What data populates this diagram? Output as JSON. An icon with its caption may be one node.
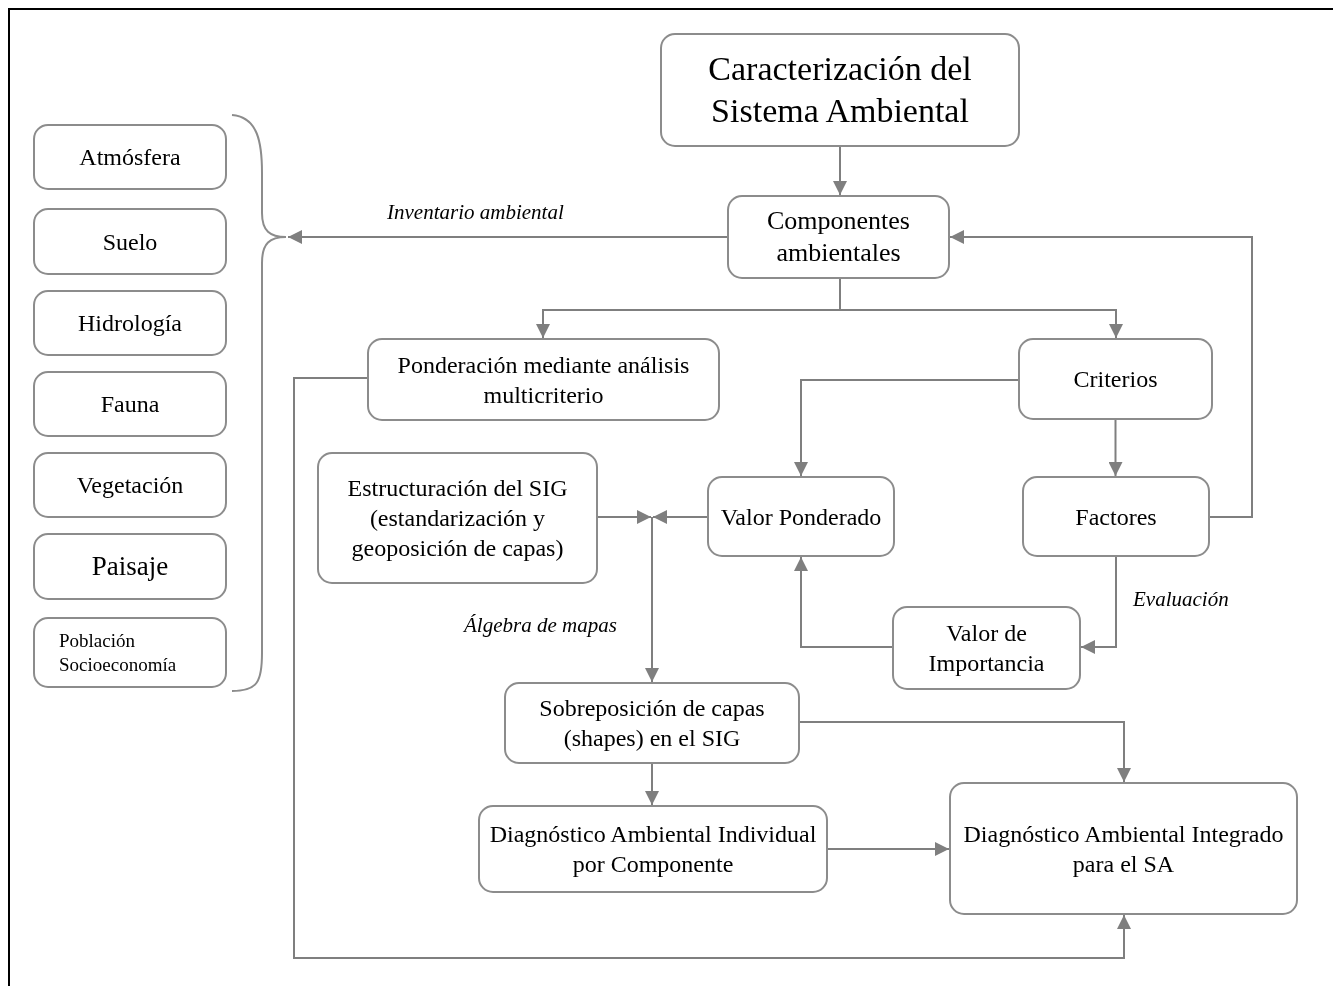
{
  "diagram": {
    "nodes": [
      {
        "text": [
          "Caracterización del Sistema Ambiental"
        ]
      },
      {
        "text": [
          "Componentes ambientales"
        ]
      },
      {
        "text": [
          "Atmósfera"
        ]
      },
      {
        "text": [
          "Suelo"
        ]
      },
      {
        "text": [
          "Hidrología"
        ]
      },
      {
        "text": [
          "Fauna"
        ]
      },
      {
        "text": [
          "Vegetación"
        ]
      },
      {
        "text": [
          "Paisaje"
        ]
      },
      {
        "text": [
          "Población Socioeconomía"
        ]
      },
      {
        "text": [],
        "shape": "brace"
      },
      {
        "text": [
          "Ponderación mediante análisis multicriterio"
        ]
      },
      {
        "text": [
          "Criterios"
        ]
      },
      {
        "text": [
          "Estructuración del SIG (estandarización y geoposición de capas)"
        ]
      },
      {
        "text": [
          "Valor Ponderado"
        ]
      },
      {
        "text": [
          "Factores"
        ]
      },
      {
        "text": [
          "Valor de Importancia"
        ]
      },
      {
        "text": [
          "Sobreposición de capas (shapes) en el SIG"
        ]
      },
      {
        "text": [
          "Diagnóstico Ambiental Individual por Componente"
        ]
      },
      {
        "text": [
          "Diagnóstico Ambiental Integrado para el SA"
        ]
      }
    ],
    "edges": [
      {
        "from": 0,
        "to": 1,
        "arrow": "to"
      },
      {
        "from": 1,
        "to": 9,
        "arrow": "to",
        "label": "Inventario ambiental"
      },
      {
        "from": 1,
        "to": 10,
        "arrow": "to"
      },
      {
        "from": 1,
        "to": 11,
        "arrow": "to"
      },
      {
        "from": 11,
        "to": 13,
        "arrow": "to"
      },
      {
        "from": 11,
        "to": 14,
        "arrow": "to"
      },
      {
        "from": 14,
        "to": 1,
        "arrow": "to"
      },
      {
        "from": 14,
        "to": 15,
        "arrow": "to",
        "label": "Evaluación"
      },
      {
        "from": 15,
        "to": 13,
        "arrow": "to"
      },
      {
        "from": 12,
        "to": 16,
        "arrow": "to",
        "label": "Álgebra de mapas"
      },
      {
        "from": 13,
        "to": 16,
        "arrow": "to"
      },
      {
        "from": 16,
        "to": 17,
        "arrow": "to"
      },
      {
        "from": 16,
        "to": 18,
        "arrow": "to"
      },
      {
        "from": 17,
        "to": 18,
        "arrow": "to"
      },
      {
        "from": 10,
        "to": 18,
        "arrow": "to"
      }
    ]
  }
}
